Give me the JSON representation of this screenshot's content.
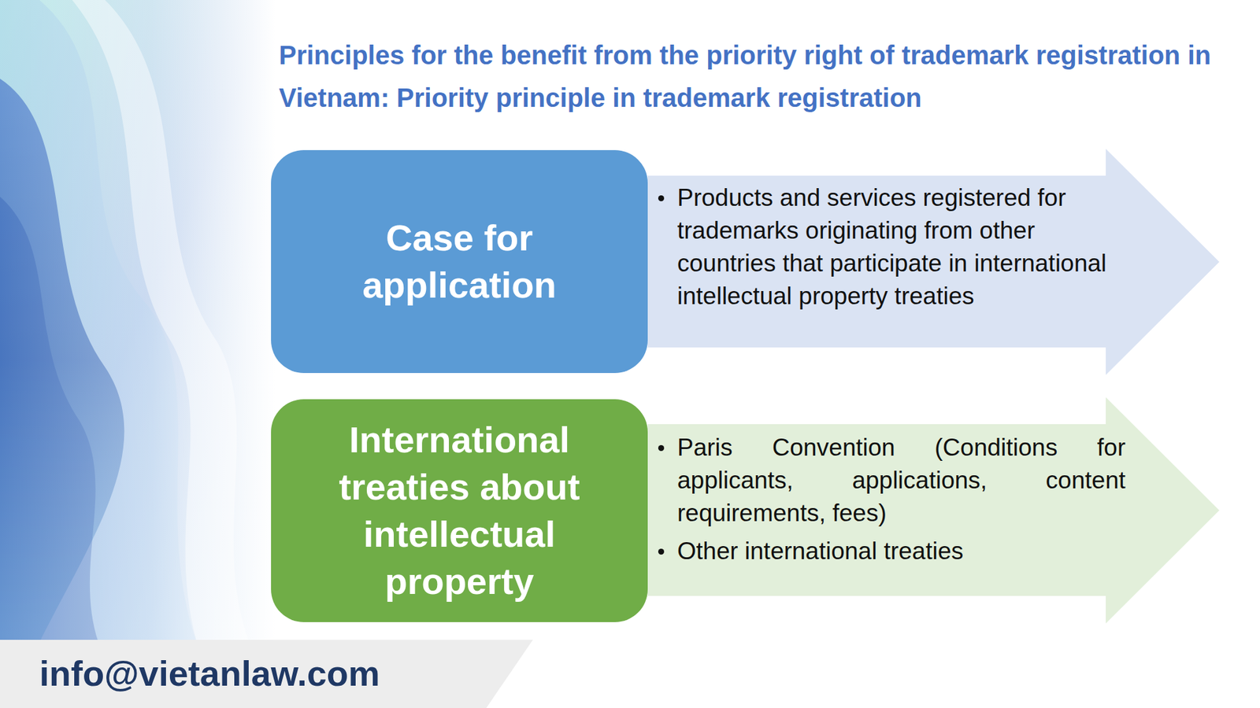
{
  "diagram": {
    "title": "Principles for the benefit from the priority right of trademark registration in Vietnam:",
    "nodes": [
      {
        "text": [
          "Case for application"
        ]
      },
      {
        "text": [
          "Products and services registered for trademarks originating from other countries that participate in international intellectual property treaties"
        ]
      },
      {
        "text": [
          "International treaties about intellectual property"
        ]
      },
      {
        "text": [
          "Paris Convention (Conditions for applicants, applications, content requirements, fees)",
          "Other international treaties"
        ]
      }
    ],
    "labels": [
      "Priority principle in trademark registration",
      "info@vietanlaw.com"
    ]
  }
}
